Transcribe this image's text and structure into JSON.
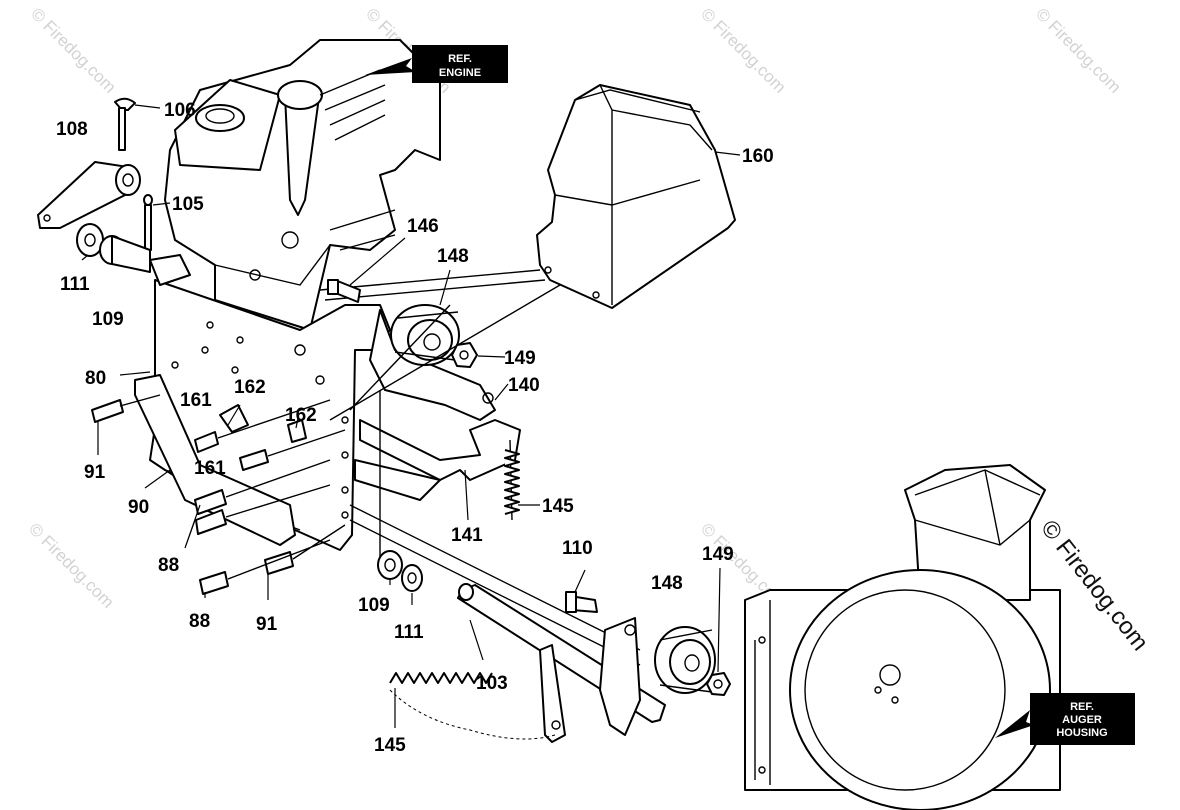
{
  "watermark": {
    "text": "© Firedog.com",
    "side_text": "© Firedog.com"
  },
  "ref_boxes": {
    "engine": [
      "REF.",
      "ENGINE"
    ],
    "auger": [
      "REF.",
      "AUGER",
      "HOUSING"
    ]
  },
  "part_labels": [
    {
      "id": "l106",
      "text": "106"
    },
    {
      "id": "l108",
      "text": "108"
    },
    {
      "id": "l105",
      "text": "105"
    },
    {
      "id": "l160",
      "text": "160"
    },
    {
      "id": "l146",
      "text": "146"
    },
    {
      "id": "l148a",
      "text": "148"
    },
    {
      "id": "l111a",
      "text": "111"
    },
    {
      "id": "l109a",
      "text": "109"
    },
    {
      "id": "l149a",
      "text": "149"
    },
    {
      "id": "l80",
      "text": "80"
    },
    {
      "id": "l140",
      "text": "140"
    },
    {
      "id": "l161a",
      "text": "161"
    },
    {
      "id": "l162a",
      "text": "162"
    },
    {
      "id": "l162b",
      "text": "162"
    },
    {
      "id": "l91a",
      "text": "91"
    },
    {
      "id": "l161b",
      "text": "161"
    },
    {
      "id": "l90",
      "text": "90"
    },
    {
      "id": "l145a",
      "text": "145"
    },
    {
      "id": "l141",
      "text": "141"
    },
    {
      "id": "l88a",
      "text": "88"
    },
    {
      "id": "l110",
      "text": "110"
    },
    {
      "id": "l149b",
      "text": "149"
    },
    {
      "id": "l148b",
      "text": "148"
    },
    {
      "id": "l109b",
      "text": "109"
    },
    {
      "id": "l111b",
      "text": "111"
    },
    {
      "id": "l88b",
      "text": "88"
    },
    {
      "id": "l91b",
      "text": "91"
    },
    {
      "id": "l103",
      "text": "103"
    },
    {
      "id": "l145b",
      "text": "145"
    }
  ]
}
